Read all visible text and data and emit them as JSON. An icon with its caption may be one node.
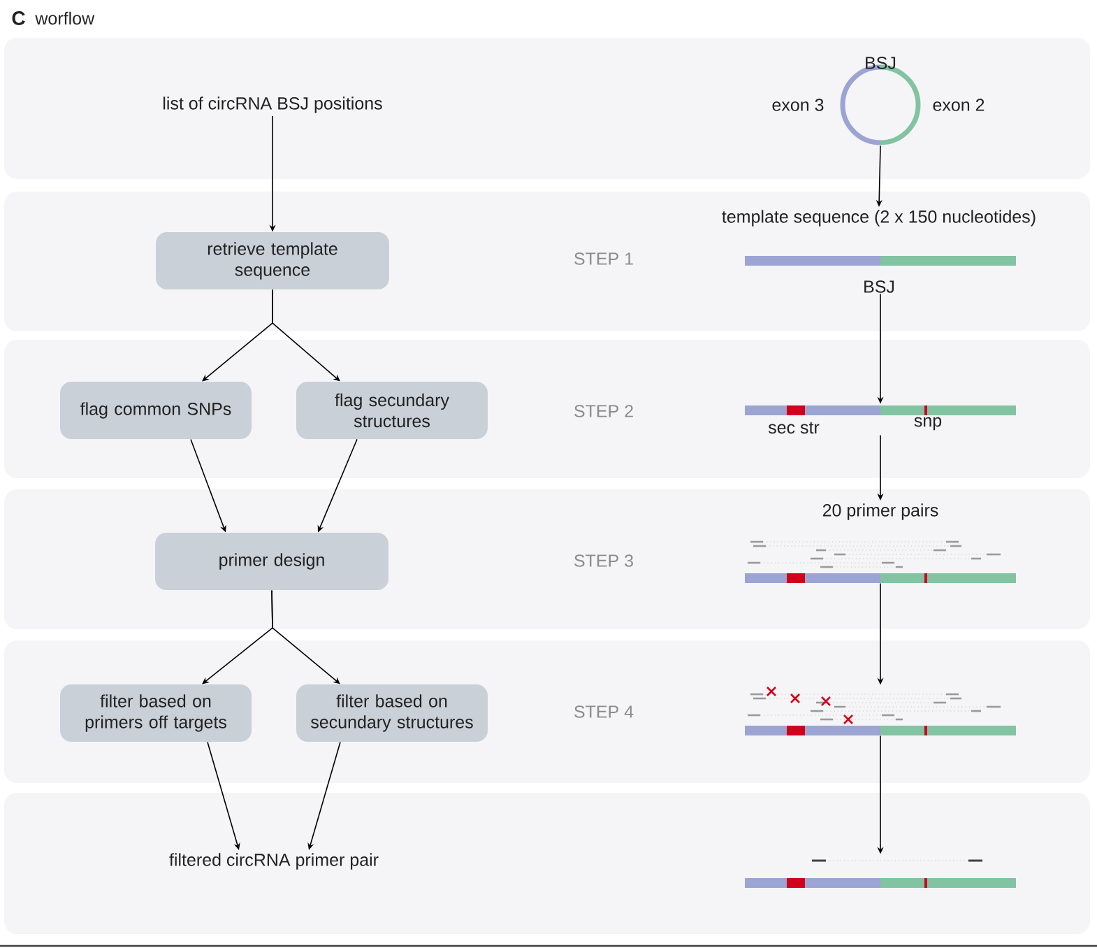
{
  "diagram": {
    "title": "worflow",
    "nodes": [
      {
        "text": [],
        "shape": "box"
      },
      {
        "text": [
          "list of circRNA BSJ positions"
        ],
        "in": 0
      },
      {
        "text": [],
        "shape": "circle",
        "in": 0,
        "beside": [
          "BSJ",
          "exon 3",
          "exon 2"
        ]
      },
      {
        "text": [],
        "shape": "box"
      },
      {
        "text": [
          "retrieve template sequence"
        ],
        "in": 3
      },
      {
        "text": [
          "template sequence (2 x 150 nucleotides)"
        ],
        "in": 3
      },
      {
        "text": [
          "BSJ"
        ],
        "in": 3
      },
      {
        "text": [],
        "shape": "box"
      },
      {
        "text": [
          "flag common SNPs"
        ],
        "in": 7
      },
      {
        "text": [
          "flag secundary structures"
        ],
        "in": 7
      },
      {
        "text": [
          "sec str",
          "snp"
        ],
        "in": 7
      },
      {
        "text": [],
        "shape": "box"
      },
      {
        "text": [
          "primer design"
        ],
        "in": 11
      },
      {
        "text": [
          "20 primer pairs"
        ],
        "in": 11
      },
      {
        "text": [],
        "shape": "picture",
        "in": 11
      },
      {
        "text": [],
        "shape": "box"
      },
      {
        "text": [
          "filter based on primers off targets"
        ],
        "in": 15
      },
      {
        "text": [
          "filter based on secundary structures"
        ],
        "in": 15
      },
      {
        "text": [],
        "shape": "picture",
        "in": 15
      },
      {
        "text": [],
        "shape": "box"
      },
      {
        "text": [
          "filtered circRNA primer pair"
        ],
        "in": 19
      },
      {
        "text": [],
        "shape": "picture",
        "in": 19
      }
    ],
    "edges": [
      {
        "from": 1,
        "to": 4,
        "arrow": "to"
      },
      {
        "from": 4,
        "to": 8,
        "arrow": "to"
      },
      {
        "from": 4,
        "to": 9,
        "arrow": "to"
      },
      {
        "from": 8,
        "to": 12,
        "arrow": "to"
      },
      {
        "from": 9,
        "to": 12,
        "arrow": "to"
      },
      {
        "from": 12,
        "to": 16,
        "arrow": "to"
      },
      {
        "from": 12,
        "to": 17,
        "arrow": "to"
      },
      {
        "from": 16,
        "to": 20,
        "arrow": "to"
      },
      {
        "from": 17,
        "to": 20,
        "arrow": "to"
      },
      {
        "from": 2,
        "to": 5,
        "arrow": "to"
      },
      {
        "from": 6,
        "to": 10,
        "arrow": "to"
      },
      {
        "from": 10,
        "to": 13,
        "arrow": "to"
      },
      {
        "from": 14,
        "to": 18,
        "arrow": "to"
      },
      {
        "from": 18,
        "to": 21,
        "arrow": "to"
      }
    ],
    "labels": [
      "C",
      "STEP 1",
      "STEP 2",
      "STEP 3",
      "STEP 4"
    ]
  }
}
